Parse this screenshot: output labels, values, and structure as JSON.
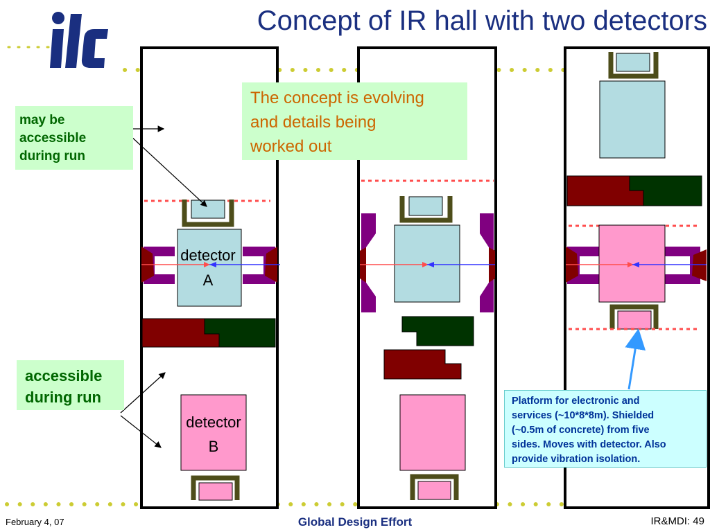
{
  "title": "Concept of IR hall with two detectors",
  "logo_text": "ilc",
  "notes": {
    "may_be_accessible": [
      "may be",
      "accessible",
      "during run"
    ],
    "accessible": [
      "accessible",
      "during run"
    ],
    "concept": [
      "The concept is evolving",
      "and details being",
      "worked out"
    ],
    "platform": [
      "Platform for electronic and",
      "services (~10*8*8m). Shielded",
      "(~0.5m of concrete) from five",
      "sides. Moves with detector. Also",
      "provide vibration isolation."
    ]
  },
  "detectors": {
    "a": [
      "detector",
      "A"
    ],
    "b": [
      "detector",
      "B"
    ]
  },
  "footer": {
    "date": "February 4, 07",
    "center": "Global Design Effort",
    "page": "IR&MDI: 49"
  },
  "colors": {
    "title": "#1a2f80",
    "detector_blue": "#b3dce1",
    "detector_pink": "#ff99cc",
    "shield_red": "#800000",
    "shield_green": "#003300",
    "platform_frame": "#4d4d1a",
    "magnet_purple": "#800080",
    "dots": "#cccc33",
    "beamline_red": "#ff4d4d",
    "beamline_blue": "#3333ff"
  }
}
